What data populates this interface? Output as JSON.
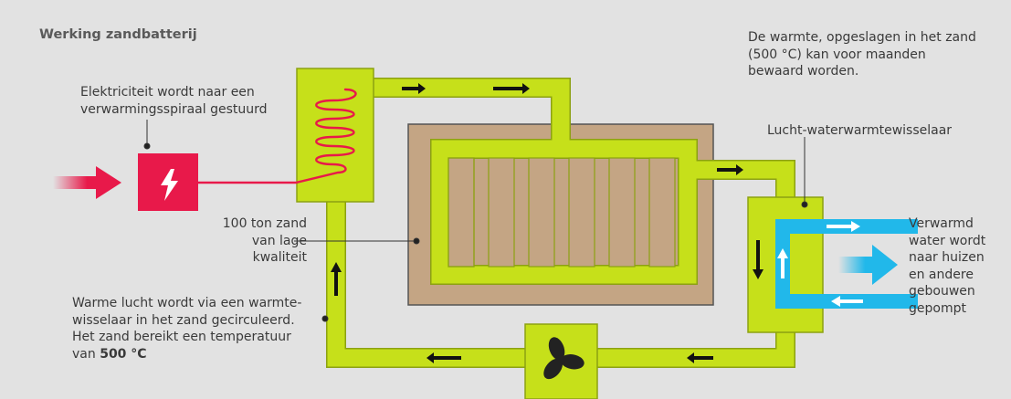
{
  "title": "Werking zandbatterij",
  "labels": {
    "electricity": [
      "Elektriciteit wordt naar een",
      "verwarmingsspiraal gestuurd"
    ],
    "storage": [
      "De warmte, opgeslagen in het zand",
      "(500 °C) kan voor maanden",
      "bewaard worden."
    ],
    "exchanger": "Lucht-waterwarmtewisselaar",
    "sand": [
      "100 ton zand",
      "van lage",
      "kwaliteit"
    ],
    "warm_water": [
      "Verwarmd",
      "water wordt",
      "naar huizen",
      "en andere",
      "gebouwen",
      "gepompt"
    ],
    "air": [
      "Warme lucht wordt via een warmte-",
      "wisselaar in het zand gecirculeerd.",
      "Het zand bereikt een temperatuur",
      "van"
    ],
    "air_temp": "500 °C"
  },
  "colors": {
    "pipe": "#c6e01a",
    "pipe_outline": "#8ca112",
    "sand": "#c4a584",
    "sand_border": "#555555",
    "heater": "#e8194a",
    "water": "#21b8ea",
    "arrow": "#111111",
    "background": "#e2e2e2"
  },
  "icons": [
    "lightning-icon",
    "fan-icon",
    "heating-coil-icon"
  ]
}
